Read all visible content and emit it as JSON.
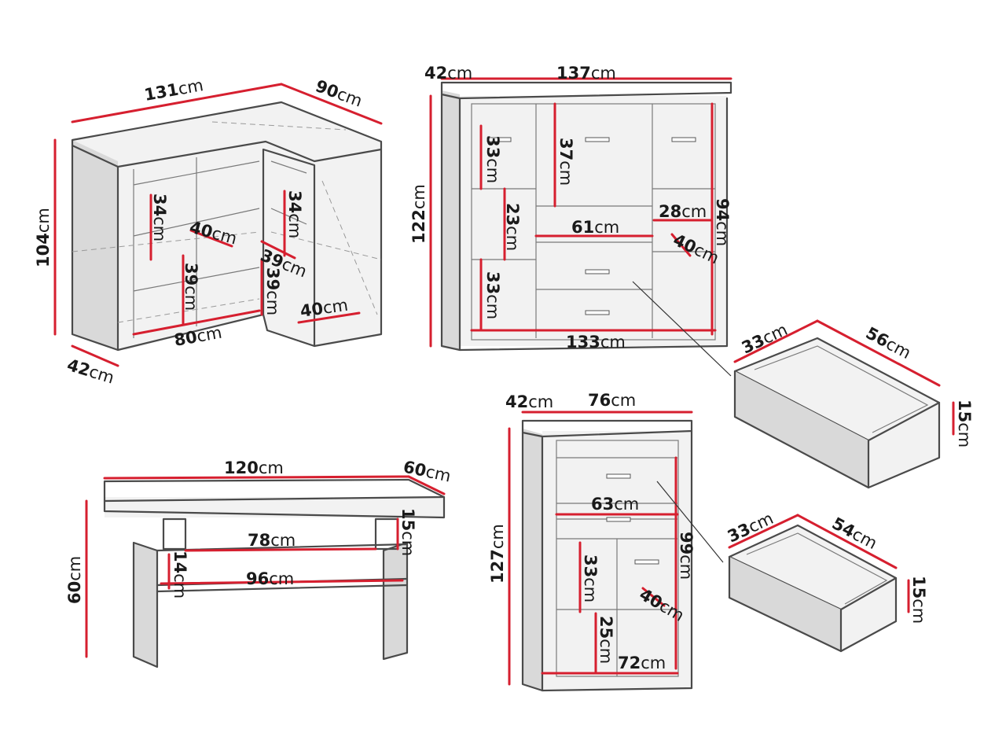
{
  "units": "cm",
  "pieces": {
    "corner_cabinet": {
      "width": "131",
      "depth_right": "90",
      "height": "104",
      "depth": "42",
      "shelf_height_top": "34",
      "inner_depth_top": "40",
      "shelf_height_right": "34",
      "inner_depth_right": "39",
      "shelf_height_lower": "39",
      "shelf_height_lower_right": "39",
      "inner_width_bottom": "80",
      "inner_depth_bottom": "40"
    },
    "sideboard": {
      "depth": "42",
      "width": "137",
      "height": "122",
      "left_compartment_top": "33",
      "center_compartment": "37",
      "right_inner_height": "94",
      "left_compartment_mid": "23",
      "right_shelf_width": "28",
      "center_inner_width": "61",
      "right_inner_depth": "40",
      "left_compartment_bottom": "33",
      "inner_width": "133"
    },
    "drawer_large": {
      "depth": "33",
      "length": "56",
      "height": "15"
    },
    "drawer_small": {
      "depth": "33",
      "length": "54",
      "height": "15"
    },
    "coffee_table": {
      "width": "120",
      "depth": "60",
      "height": "60",
      "top_gap": "15",
      "upper_shelf_width": "78",
      "shelf_gap": "14",
      "lower_shelf_width": "96"
    },
    "highboard": {
      "depth": "42",
      "width": "76",
      "height": "127",
      "drawer_inner_width": "63",
      "right_inner_height": "99",
      "compartment_height": "33",
      "inner_depth": "40",
      "bottom_compartment": "25",
      "inner_width": "72"
    }
  },
  "colors": {
    "dimension": "#d61f2f",
    "outline": "#4a4a4a",
    "panel": "#f2f2f2"
  }
}
